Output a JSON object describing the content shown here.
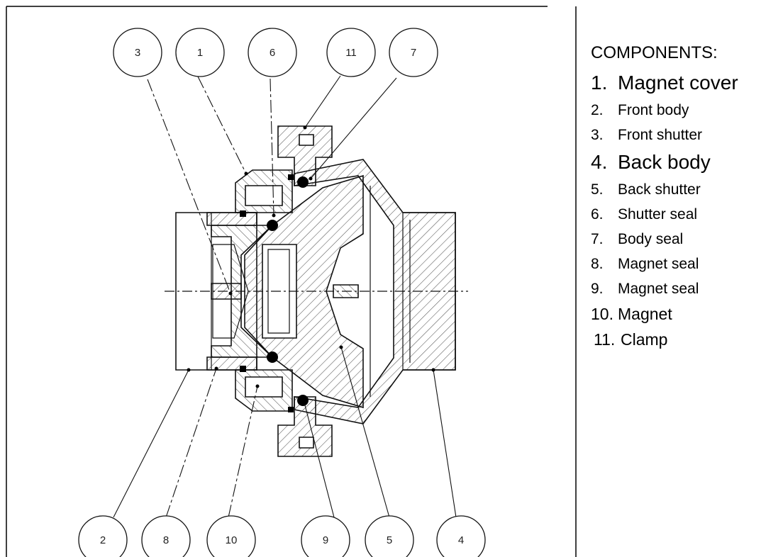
{
  "legend": {
    "title": "COMPONENTS:",
    "items": [
      {
        "num": "1.",
        "label": "Magnet cover"
      },
      {
        "num": "2.",
        "label": "Front body"
      },
      {
        "num": "3.",
        "label": "Front shutter"
      },
      {
        "num": "4.",
        "label": "Back body"
      },
      {
        "num": "5.",
        "label": "Back shutter"
      },
      {
        "num": "6.",
        "label": "Shutter seal"
      },
      {
        "num": "7.",
        "label": "Body seal"
      },
      {
        "num": "8.",
        "label": "Magnet seal"
      },
      {
        "num": "9.",
        "label": "Magnet seal"
      },
      {
        "num": "10.",
        "label": "Magnet"
      },
      {
        "num": "11.",
        "label": "Clamp"
      }
    ]
  },
  "balloons": {
    "b3": "3",
    "b1": "1",
    "b6": "6",
    "b11": "11",
    "b7": "7",
    "b2": "2",
    "b8": "8",
    "b10": "10",
    "b9": "9",
    "b5": "5",
    "b4": "4"
  }
}
